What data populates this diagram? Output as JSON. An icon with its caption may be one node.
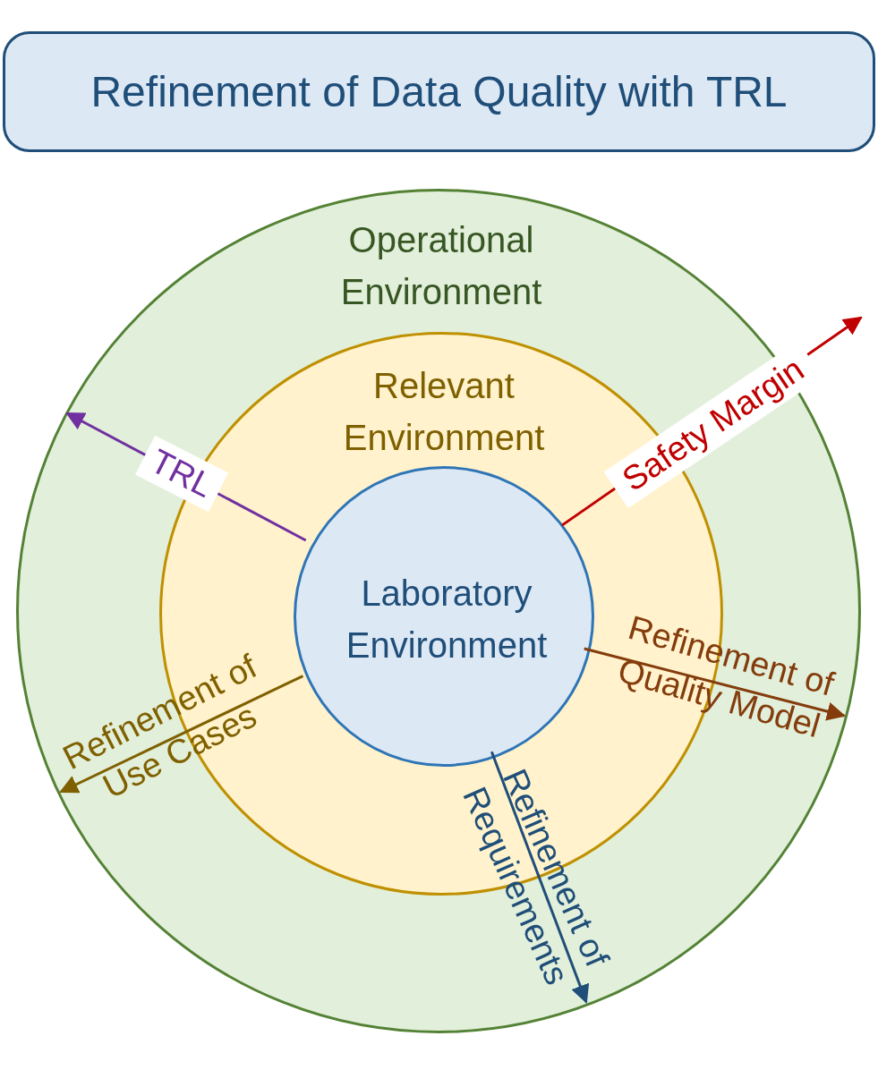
{
  "diagram": {
    "title": "Refinement of Data Quality with TRL",
    "nodes": [
      {
        "text": [
          "Operational Environment"
        ]
      },
      {
        "text": [
          "Relevant Environment"
        ],
        "in": 0
      },
      {
        "text": [
          "Laboratory Environment"
        ],
        "in": 1
      }
    ],
    "edges": [
      {
        "from": 2,
        "to": null,
        "arrow": "to",
        "label": "TRL",
        "color": "#7030a0"
      },
      {
        "from": 2,
        "to": null,
        "arrow": "to",
        "label": "Safety Margin",
        "color": "#c00000"
      },
      {
        "from": 2,
        "to": null,
        "arrow": "to",
        "label": "Refinement of Quality Model",
        "color": "#843c0c"
      },
      {
        "from": 2,
        "to": null,
        "arrow": "to",
        "label": "Refinement of Requirements",
        "color": "#1f4e79"
      },
      {
        "from": 2,
        "to": null,
        "arrow": "to",
        "label": "Refinement of Use Cases",
        "color": "#7f6000"
      }
    ]
  }
}
